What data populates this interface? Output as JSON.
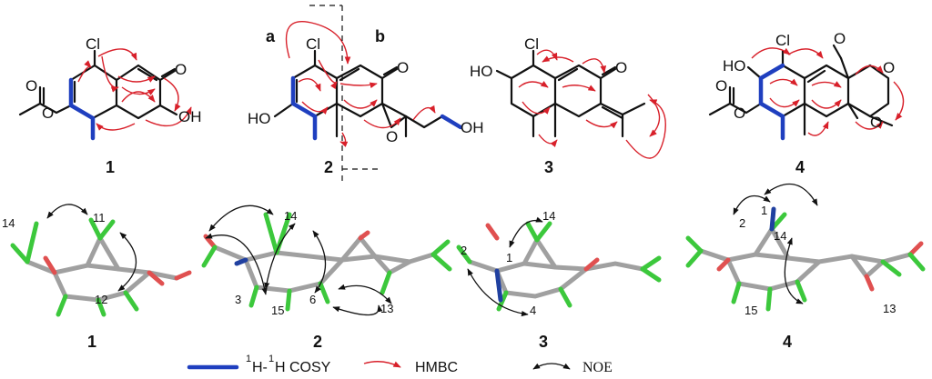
{
  "compounds": {
    "c1": "1",
    "c2": "2",
    "c3": "3",
    "c4": "4"
  },
  "atoms": {
    "cl": "Cl",
    "o": "O",
    "oh": "OH",
    "ho": "HO",
    "ome": "O"
  },
  "fragments": {
    "a": "a",
    "b": "b"
  },
  "noe_labels": {
    "n1_14": "14",
    "n1_11": "11",
    "n1_12": "12",
    "n2_14": "14",
    "n2_3": "3",
    "n2_15": "15",
    "n2_6": "6",
    "n2_13": "13",
    "n3_14": "14",
    "n3_2": "2",
    "n3_1": "1",
    "n3_4": "4",
    "n4_1": "1",
    "n4_2": "2",
    "n4_14": "14",
    "n4_15": "15",
    "n4_13": "13"
  },
  "legend": {
    "cosy_label": "H-H COSY",
    "cosy_sup1": "1",
    "cosy_sup2": "1",
    "hmbc_label": "HMBC",
    "noe_label": "NOE"
  },
  "colors": {
    "cosy": "#1f3fbf",
    "hmbc": "#d8202a",
    "noe": "#111111",
    "carbon_tube": "#a0a0a0",
    "hydrogen_tube": "#3cc83c",
    "oxygen_tube": "#e05050",
    "nitrogen_tube": "#2040a0"
  }
}
